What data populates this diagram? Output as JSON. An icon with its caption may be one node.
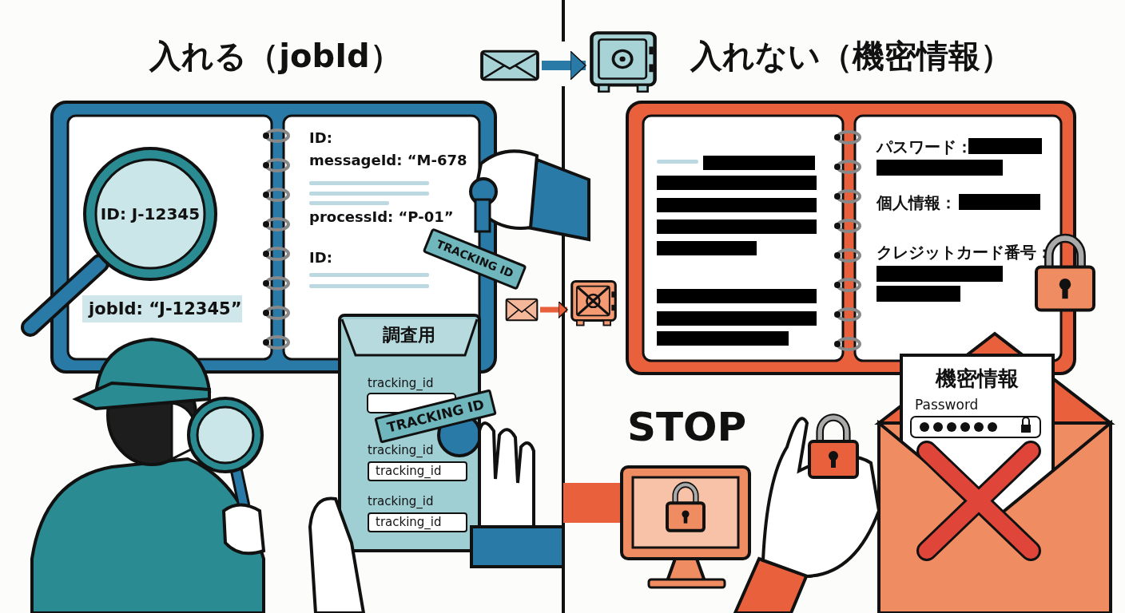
{
  "diagram": {
    "nodes": [
      {
        "text": [],
        "shape": "picture"
      },
      {
        "text": [],
        "shape": "picture"
      },
      {
        "text": [],
        "shape": "picture"
      },
      {
        "text": [],
        "shape": "picture"
      }
    ],
    "edges": [
      {
        "from": 0,
        "to": 1,
        "arrow": "to",
        "color": "#2a7aa8"
      },
      {
        "from": 2,
        "to": 3,
        "arrow": "to",
        "color": "#e8613c"
      }
    ],
    "labels": [
      "入れる（jobId）",
      "入れない（機密情報）",
      "ID:",
      "messageId: “M-678",
      "ID: J-12345",
      "processId: “P-01”",
      "TRACKING ID",
      "ID:",
      "jobId: “J-12345”",
      "パスワード：",
      "個人情報：",
      "クレジットカード番号：",
      "調査用",
      "tracking_id",
      "TRACKING ID",
      "tracking_id",
      "tracking_id",
      "tracking_id",
      "tracking_id",
      "STOP",
      "機密情報",
      "Password"
    ]
  }
}
